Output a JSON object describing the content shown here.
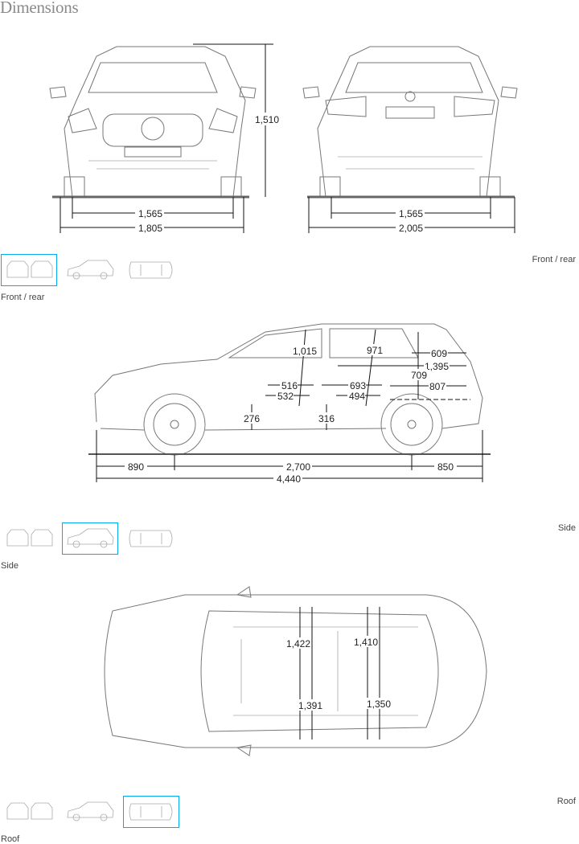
{
  "title": "Dimensions",
  "sections": [
    {
      "caption": "Front / rear",
      "dims": {
        "height": "1,510",
        "front_track": "1,565",
        "width": "1,805",
        "rear_track": "1,565",
        "width_mirrors": "2,005"
      }
    },
    {
      "caption": "Side",
      "dims": {
        "front_overhang": "890",
        "wheelbase": "2,700",
        "rear_overhang": "850",
        "length": "4,440",
        "front_headroom": "1,015",
        "rear_headroom": "971",
        "d516": "516",
        "d532": "532",
        "d693": "693",
        "d494": "494",
        "d276": "276",
        "d316": "316",
        "d609": "609",
        "d1395": "1,395",
        "d709": "709",
        "d807": "807"
      }
    },
    {
      "caption": "Roof",
      "dims": {
        "front_shoulder": "1,422",
        "rear_shoulder": "1,410",
        "front_elbow": "1,391",
        "rear_elbow": "1,350"
      }
    }
  ],
  "thumbnails": [
    "Front / rear",
    "Side",
    "Roof"
  ],
  "accent": "#00adef"
}
